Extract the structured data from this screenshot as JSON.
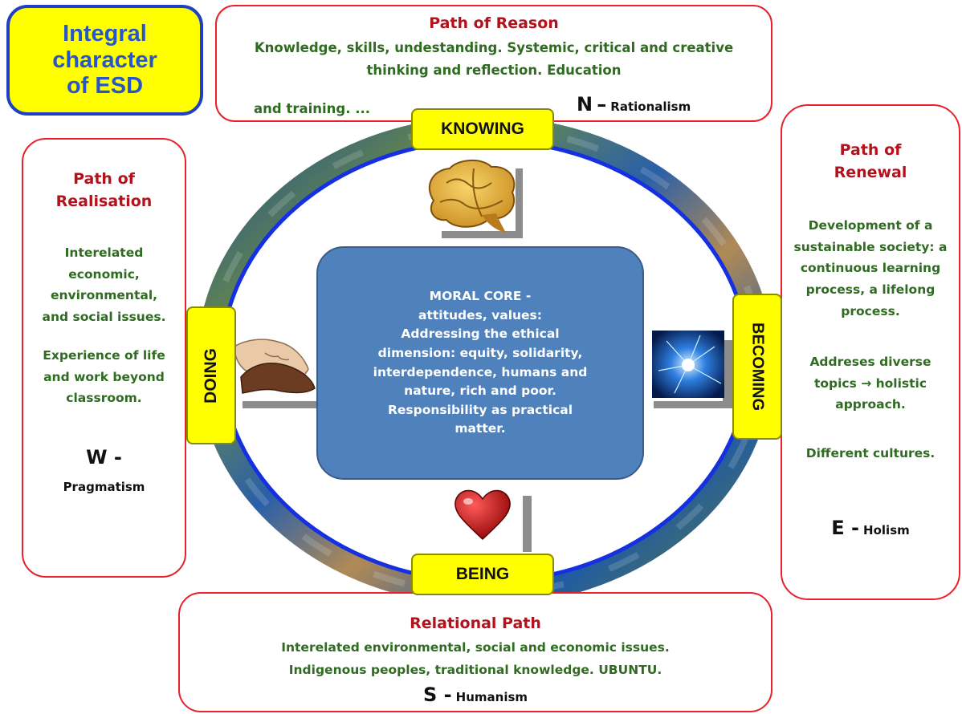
{
  "title": "Integral\ncharacter\nof ESD",
  "reason": {
    "heading": "Path of Reason",
    "body_line1": "Knowledge, skills, undestanding. Systemic, critical and creative",
    "body_line2": "thinking and reflection. Education",
    "body_line3": "and training. ...",
    "direction_letter": "N",
    "direction_dash": "–",
    "direction_label": "Rationalism"
  },
  "realisation": {
    "heading": "Path of\nRealisation",
    "para1": "Interelated\neconomic,\nenvironmental,\nand social issues.",
    "para2": "Experience of life\nand work beyond\nclassroom.",
    "direction_letter": "W -",
    "direction_label": "Pragmatism"
  },
  "renewal": {
    "heading": "Path of\nRenewal",
    "para1": "Development of a\nsustainable society: a\ncontinuous learning\nprocess, a lifelong\nprocess.",
    "para2": "Addreses diverse\ntopics → holistic\napproach.",
    "para3": "Different cultures.",
    "direction_letter": "E -",
    "direction_label": "Holism"
  },
  "relational": {
    "heading": "Relational Path",
    "line1": "Interelated environmental, social and economic issues.",
    "line2": "Indigenous peoples, traditional knowledge. UBUNTU.",
    "direction_letter": "S -",
    "direction_label": "Humanism"
  },
  "tags": {
    "knowing": "KNOWING",
    "doing": "DOING",
    "becoming": "BECOMING",
    "being": "BEING"
  },
  "core": {
    "text": "MORAL CORE  -\nattitudes, values:\nAddressing the ethical\ndimension: equity, solidarity,\ninterdependence, humans and\nnature, rich and poor.\nResponsibility as practical\nmatter."
  },
  "icons": [
    "brain-icon",
    "handshake-icon",
    "plasma-icon",
    "heart-icon",
    "earth-ring"
  ],
  "colors": {
    "heading_red": "#b3121d",
    "body_green": "#2f6b21",
    "tag_yellow": "#ffff00",
    "core_blue": "#4f81bd",
    "ring_blue": "#1530e0"
  }
}
